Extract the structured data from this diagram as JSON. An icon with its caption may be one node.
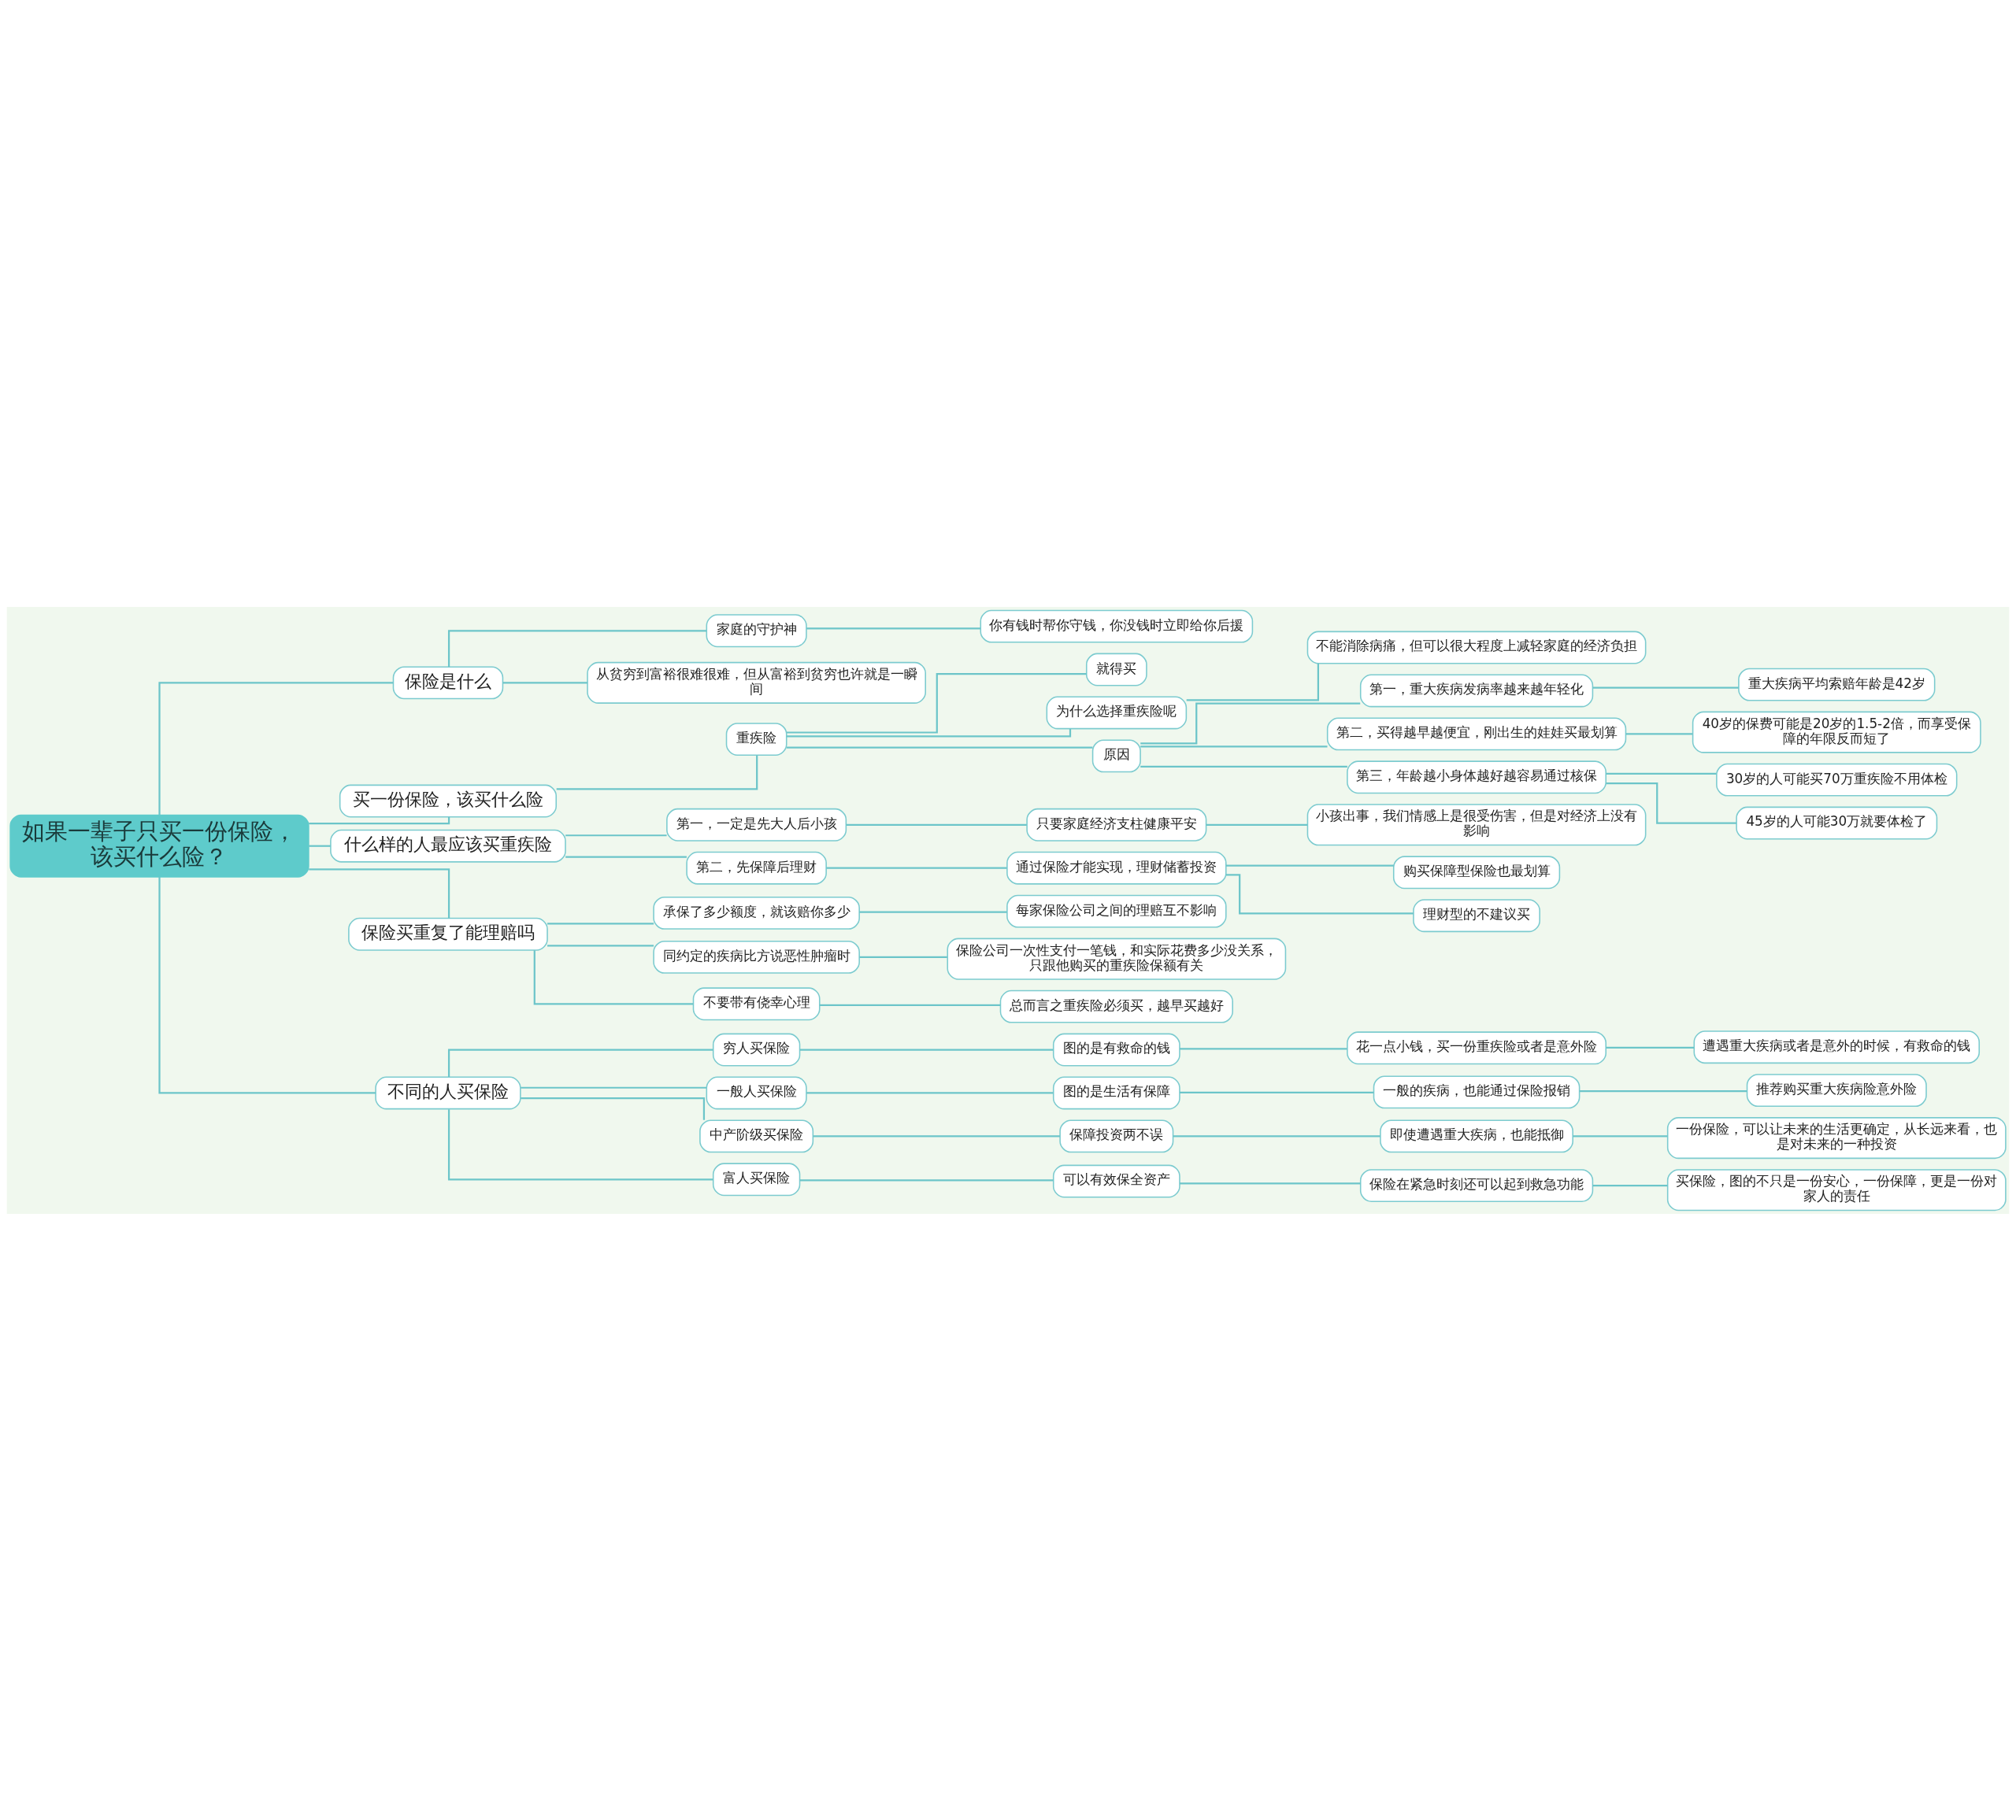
{
  "diagram": {
    "nodes": [
      {
        "text": [
          "如果一辈子只买一份保险，该买什么险？"
        ]
      },
      {
        "text": [
          "保险是什么"
        ]
      },
      {
        "text": [
          "家庭的守护神"
        ]
      },
      {
        "text": [
          "你有钱时帮你守钱，你没钱时立即给你后援"
        ]
      },
      {
        "text": [
          "从贫穷到富裕很难很难，但从富裕到贫穷也许就是一瞬间"
        ]
      },
      {
        "text": [
          "买一份保险，该买什么险"
        ]
      },
      {
        "text": [
          "重疾险"
        ]
      },
      {
        "text": [
          "就得买"
        ]
      },
      {
        "text": [
          "为什么选择重疾险呢"
        ]
      },
      {
        "text": [
          "不能消除病痛，但可以很大程度上减轻家庭的经济负担"
        ]
      },
      {
        "text": [
          "原因"
        ]
      },
      {
        "text": [
          "第一，重大疾病发病率越来越年轻化"
        ]
      },
      {
        "text": [
          "重大疾病平均索赔年龄是42岁"
        ]
      },
      {
        "text": [
          "第二，买得越早越便宜，刚出生的娃娃买最划算"
        ]
      },
      {
        "text": [
          "40岁的保费可能是20岁的1.5-2倍，而享受保障的年限反而短了"
        ]
      },
      {
        "text": [
          "第三，年龄越小身体越好越容易通过核保"
        ]
      },
      {
        "text": [
          "30岁的人可能买70万重疾险不用体检"
        ]
      },
      {
        "text": [
          "45岁的人可能30万就要体检了"
        ]
      },
      {
        "text": [
          "什么样的人最应该买重疾险"
        ]
      },
      {
        "text": [
          "第一，一定是先大人后小孩"
        ]
      },
      {
        "text": [
          "只要家庭经济支柱健康平安"
        ]
      },
      {
        "text": [
          "小孩出事，我们情感上是很受伤害，但是对经济上没有影响"
        ]
      },
      {
        "text": [
          "第二，先保障后理财"
        ]
      },
      {
        "text": [
          "通过保险才能实现，理财储蓄投资"
        ]
      },
      {
        "text": [
          "购买保障型保险也最划算"
        ]
      },
      {
        "text": [
          "理财型的不建议买"
        ]
      },
      {
        "text": [
          "保险买重复了能理赔吗"
        ]
      },
      {
        "text": [
          "承保了多少额度，就该赔你多少"
        ]
      },
      {
        "text": [
          "每家保险公司之间的理赔互不影响"
        ]
      },
      {
        "text": [
          "同约定的疾病比方说恶性肿瘤时"
        ]
      },
      {
        "text": [
          "保险公司一次性支付一笔钱，和实际花费多少没关系，只跟他购买的重疾险保额有关"
        ]
      },
      {
        "text": [
          "不要带有侥幸心理"
        ]
      },
      {
        "text": [
          "总而言之重疾险必须买，越早买越好"
        ]
      },
      {
        "text": [
          "不同的人买保险"
        ]
      },
      {
        "text": [
          "穷人买保险"
        ]
      },
      {
        "text": [
          "图的是有救命的钱"
        ]
      },
      {
        "text": [
          "花一点小钱，买一份重疾险或者是意外险"
        ]
      },
      {
        "text": [
          "遭遇重大疾病或者是意外的时候，有救命的钱"
        ]
      },
      {
        "text": [
          "一般人买保险"
        ]
      },
      {
        "text": [
          "图的是生活有保障"
        ]
      },
      {
        "text": [
          "一般的疾病，也能通过保险报销"
        ]
      },
      {
        "text": [
          "推荐购买重大疾病险意外险"
        ]
      },
      {
        "text": [
          "中产阶级买保险"
        ]
      },
      {
        "text": [
          "保障投资两不误"
        ]
      },
      {
        "text": [
          "即使遭遇重大疾病，也能抵御"
        ]
      },
      {
        "text": [
          "一份保险，可以让未来的生活更确定，从长远来看，也是对未来的一种投资"
        ]
      },
      {
        "text": [
          "富人买保险"
        ]
      },
      {
        "text": [
          "可以有效保全资产"
        ]
      },
      {
        "text": [
          "保险在紧急时刻还可以起到救急功能"
        ]
      },
      {
        "text": [
          "买保险，图的不只是一份安心，一份保障，更是一份对家人的责任"
        ]
      }
    ],
    "edges": [
      {
        "from": 0,
        "to": 1,
        "arrow": "none"
      },
      {
        "from": 1,
        "to": 2,
        "arrow": "none"
      },
      {
        "from": 2,
        "to": 3,
        "arrow": "none"
      },
      {
        "from": 1,
        "to": 4,
        "arrow": "none"
      },
      {
        "from": 0,
        "to": 5,
        "arrow": "none"
      },
      {
        "from": 5,
        "to": 6,
        "arrow": "none"
      },
      {
        "from": 6,
        "to": 7,
        "arrow": "none"
      },
      {
        "from": 6,
        "to": 8,
        "arrow": "none"
      },
      {
        "from": 8,
        "to": 9,
        "arrow": "none"
      },
      {
        "from": 6,
        "to": 10,
        "arrow": "none"
      },
      {
        "from": 10,
        "to": 11,
        "arrow": "none"
      },
      {
        "from": 11,
        "to": 12,
        "arrow": "none"
      },
      {
        "from": 10,
        "to": 13,
        "arrow": "none"
      },
      {
        "from": 13,
        "to": 14,
        "arrow": "none"
      },
      {
        "from": 10,
        "to": 15,
        "arrow": "none"
      },
      {
        "from": 15,
        "to": 16,
        "arrow": "none"
      },
      {
        "from": 15,
        "to": 17,
        "arrow": "none"
      },
      {
        "from": 0,
        "to": 18,
        "arrow": "none"
      },
      {
        "from": 18,
        "to": 19,
        "arrow": "none"
      },
      {
        "from": 19,
        "to": 20,
        "arrow": "none"
      },
      {
        "from": 20,
        "to": 21,
        "arrow": "none"
      },
      {
        "from": 18,
        "to": 22,
        "arrow": "none"
      },
      {
        "from": 22,
        "to": 23,
        "arrow": "none"
      },
      {
        "from": 23,
        "to": 24,
        "arrow": "none"
      },
      {
        "from": 23,
        "to": 25,
        "arrow": "none"
      },
      {
        "from": 0,
        "to": 26,
        "arrow": "none"
      },
      {
        "from": 26,
        "to": 27,
        "arrow": "none"
      },
      {
        "from": 27,
        "to": 28,
        "arrow": "none"
      },
      {
        "from": 26,
        "to": 29,
        "arrow": "none"
      },
      {
        "from": 29,
        "to": 30,
        "arrow": "none"
      },
      {
        "from": 26,
        "to": 31,
        "arrow": "none"
      },
      {
        "from": 31,
        "to": 32,
        "arrow": "none"
      },
      {
        "from": 0,
        "to": 33,
        "arrow": "none"
      },
      {
        "from": 33,
        "to": 34,
        "arrow": "none"
      },
      {
        "from": 34,
        "to": 35,
        "arrow": "none"
      },
      {
        "from": 35,
        "to": 36,
        "arrow": "none"
      },
      {
        "from": 36,
        "to": 37,
        "arrow": "none"
      },
      {
        "from": 33,
        "to": 38,
        "arrow": "none"
      },
      {
        "from": 38,
        "to": 39,
        "arrow": "none"
      },
      {
        "from": 39,
        "to": 40,
        "arrow": "none"
      },
      {
        "from": 40,
        "to": 41,
        "arrow": "none"
      },
      {
        "from": 33,
        "to": 42,
        "arrow": "none"
      },
      {
        "from": 42,
        "to": 43,
        "arrow": "none"
      },
      {
        "from": 43,
        "to": 44,
        "arrow": "none"
      },
      {
        "from": 44,
        "to": 45,
        "arrow": "none"
      },
      {
        "from": 33,
        "to": 46,
        "arrow": "none"
      },
      {
        "from": 46,
        "to": 47,
        "arrow": "none"
      },
      {
        "from": 47,
        "to": 48,
        "arrow": "none"
      },
      {
        "from": 48,
        "to": 49,
        "arrow": "none"
      }
    ]
  }
}
